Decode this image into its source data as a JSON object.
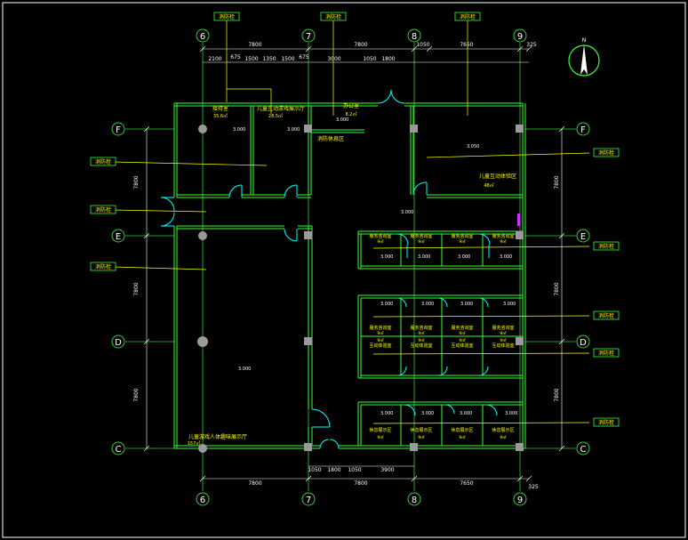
{
  "colors": {
    "background": "#000000",
    "frame": "#ffffff",
    "wall": "#33ff33",
    "text": "#ffff00",
    "axis": "#33cc33",
    "dim": "#ffffff",
    "column": "#9a9a9a",
    "door": "#00ffff",
    "accent": "#cc33ff"
  },
  "axes": {
    "top": [
      "6",
      "7",
      "8",
      "9"
    ],
    "bottom": [
      "6",
      "7",
      "8",
      "9"
    ],
    "left": [
      "F",
      "E",
      "D",
      "C"
    ],
    "right": [
      "F",
      "E",
      "D",
      "C"
    ]
  },
  "dims": {
    "top_main": [
      "7800",
      "7800",
      "1050",
      "7650",
      "325"
    ],
    "top_sub": [
      "2100",
      "675",
      "1500",
      "1350",
      "1500",
      "675",
      "3000",
      "1050",
      "1800"
    ],
    "bottom_main": [
      "7800",
      "7800",
      "7650",
      "325"
    ],
    "bottom_sub": [
      "1050",
      "1800",
      "1050",
      "3900"
    ],
    "left": [
      "7800",
      "7800",
      "7800"
    ],
    "right": [
      "7800",
      "7800",
      "7800"
    ]
  },
  "north_label": "N",
  "elevations": [
    "3.000",
    "3.000",
    "3.050",
    "3.000",
    "3.000",
    "3.000",
    "3.000",
    "3.000",
    "3.000",
    "3.000",
    "3.000",
    "3.000",
    "3.000",
    "3.000",
    "3.000",
    "3.000",
    "3.000",
    "3.000"
  ],
  "rooms": {
    "r1": {
      "name": "接待室",
      "area": "35.6㎡"
    },
    "r2": {
      "name": "儿童互动游戏展示厅",
      "area": "28.5㎡"
    },
    "r3": {
      "name": "办公室",
      "area": "8.2㎡"
    },
    "r4": {
      "name": "消防休息区"
    },
    "r5": {
      "name": "儿童互动体验区",
      "area": "48㎡"
    },
    "r6": {
      "name": "儿童游戏人体趣味展示厅",
      "area": "157㎡"
    },
    "upper": [
      {
        "name": "服务咨询室",
        "area": "9㎡"
      },
      {
        "name": "服务咨询室",
        "area": "9㎡"
      },
      {
        "name": "服务咨询室",
        "area": "9㎡"
      },
      {
        "name": "服务咨询室",
        "area": "9㎡"
      }
    ],
    "mid": [
      {
        "name": "服务咨询室",
        "area": "9㎡"
      },
      {
        "name": "服务咨询室",
        "area": "9㎡"
      },
      {
        "name": "服务咨询室",
        "area": "9㎡"
      },
      {
        "name": "服务咨询室",
        "area": "9㎡"
      }
    ],
    "mid_low": [
      {
        "name": "互动体验室",
        "area": "9㎡"
      },
      {
        "name": "互动体验室",
        "area": "9㎡"
      },
      {
        "name": "互动体验室",
        "area": "9㎡"
      },
      {
        "name": "互动体验室",
        "area": "9㎡"
      }
    ],
    "lower": [
      {
        "name": "休息展示区",
        "area": "9㎡"
      },
      {
        "name": "休息展示区",
        "area": "9㎡"
      },
      {
        "name": "休息展示区",
        "area": "9㎡"
      },
      {
        "name": "休息展示区",
        "area": "9㎡"
      }
    ]
  },
  "tags": {
    "top": [
      "消防栓",
      "消防栓",
      "消防栓"
    ],
    "left": [
      "消防栓",
      "消防栓",
      "消防栓"
    ],
    "right": [
      "消防栓",
      "消防栓",
      "消防栓",
      "消防栓",
      "消防栓"
    ]
  }
}
